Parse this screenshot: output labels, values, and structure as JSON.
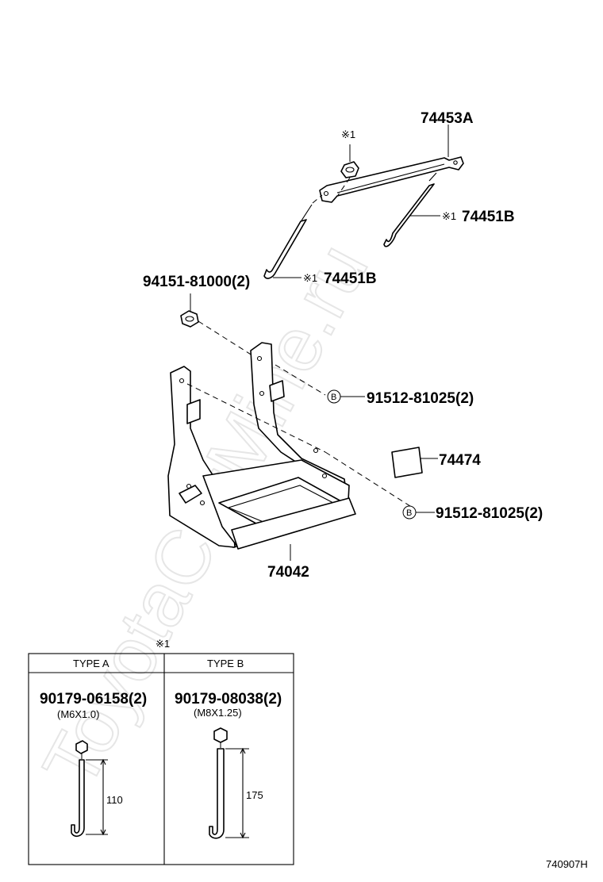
{
  "watermark": "ToyotaCarMine.ru",
  "callouts": {
    "note_mark": "※1",
    "stay": "74453A",
    "rod_right": "74451B",
    "rod_left": "74451B",
    "nut": "94151-81000(2)",
    "bolt_upper": "91512-81025(2)",
    "bolt_lower": "91512-81025(2)",
    "pad": "74474",
    "tray": "74042",
    "bolt_marker": "B"
  },
  "note_table": {
    "mark": "※1",
    "type_a": {
      "header": "TYPE A",
      "part": "90179-06158(2)",
      "spec": "(M6X1.0)",
      "length": "110"
    },
    "type_b": {
      "header": "TYPE B",
      "part": "90179-08038(2)",
      "spec": "(M8X1.25)",
      "length": "175"
    }
  },
  "diagram_code": "740907H"
}
